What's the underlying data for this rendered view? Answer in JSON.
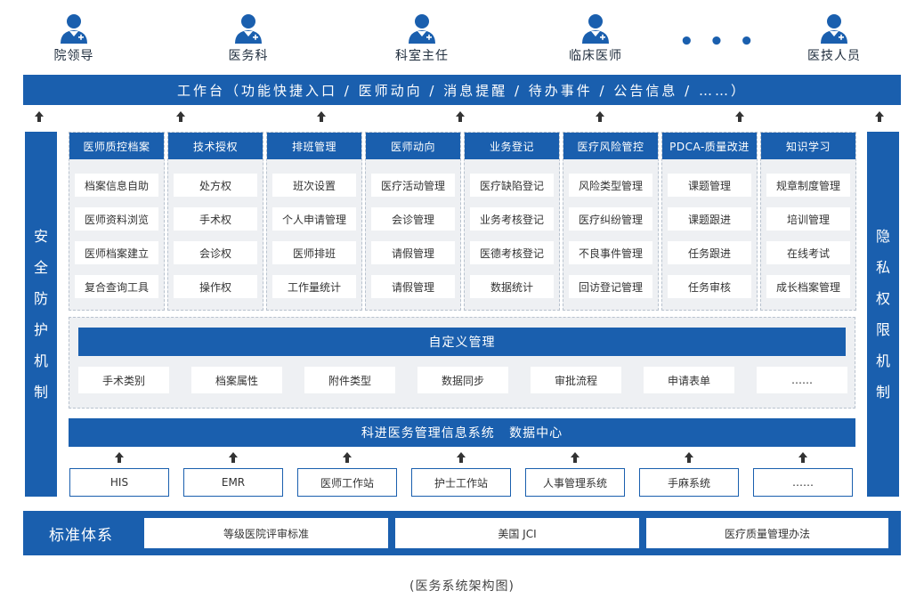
{
  "roles": [
    {
      "label": "院领导",
      "icon": "doctor-icon"
    },
    {
      "label": "医务科",
      "icon": "doctor-icon"
    },
    {
      "label": "科室主任",
      "icon": "doctor-icon"
    },
    {
      "label": "临床医师",
      "icon": "doctor-icon"
    },
    {
      "label": "• • •",
      "icon": "ellipsis"
    },
    {
      "label": "医技人员",
      "icon": "doctor-icon"
    }
  ],
  "workbench": "工作台（功能快捷入口 / 医师动向 / 消息提醒 / 待办事件 / 公告信息 / ……）",
  "left_pillar": [
    "安",
    "全",
    "防",
    "护",
    "机",
    "制"
  ],
  "right_pillar": [
    "隐",
    "私",
    "权",
    "限",
    "机",
    "制"
  ],
  "modules": [
    {
      "title": "医师质控档案",
      "items": [
        "档案信息自助",
        "医师资料浏览",
        "医师档案建立",
        "复合查询工具"
      ]
    },
    {
      "title": "技术授权",
      "items": [
        "处方权",
        "手术权",
        "会诊权",
        "操作权"
      ]
    },
    {
      "title": "排班管理",
      "items": [
        "班次设置",
        "个人申请管理",
        "医师排班",
        "工作量统计"
      ]
    },
    {
      "title": "医师动向",
      "items": [
        "医疗活动管理",
        "会诊管理",
        "请假管理",
        "请假管理"
      ]
    },
    {
      "title": "业务登记",
      "items": [
        "医疗缺陷登记",
        "业务考核登记",
        "医德考核登记",
        "数据统计"
      ]
    },
    {
      "title": "医疗风险管控",
      "items": [
        "风险类型管理",
        "医疗纠纷管理",
        "不良事件管理",
        "回访登记管理"
      ]
    },
    {
      "title": "PDCA-质量改进",
      "items": [
        "课题管理",
        "课题跟进",
        "任务跟进",
        "任务审核"
      ]
    },
    {
      "title": "知识学习",
      "items": [
        "规章制度管理",
        "培训管理",
        "在线考试",
        "成长档案管理"
      ]
    }
  ],
  "custom": {
    "title": "自定义管理",
    "items": [
      "手术类别",
      "档案属性",
      "附件类型",
      "数据同步",
      "审批流程",
      "申请表单",
      "……"
    ]
  },
  "datacenter": "科进医务管理信息系统   数据中心",
  "systems": [
    "HIS",
    "EMR",
    "医师工作站",
    "护士工作站",
    "人事管理系统",
    "手麻系统",
    "……"
  ],
  "standards": {
    "title": "标准体系",
    "items": [
      "等级医院评审标准",
      "美国 JCI",
      "医疗质量管理办法"
    ]
  },
  "caption": "(医务系统架构图)",
  "colors": {
    "primary": "#1a5fae",
    "panel": "#eef0f3",
    "border": "#b8c2ce"
  }
}
